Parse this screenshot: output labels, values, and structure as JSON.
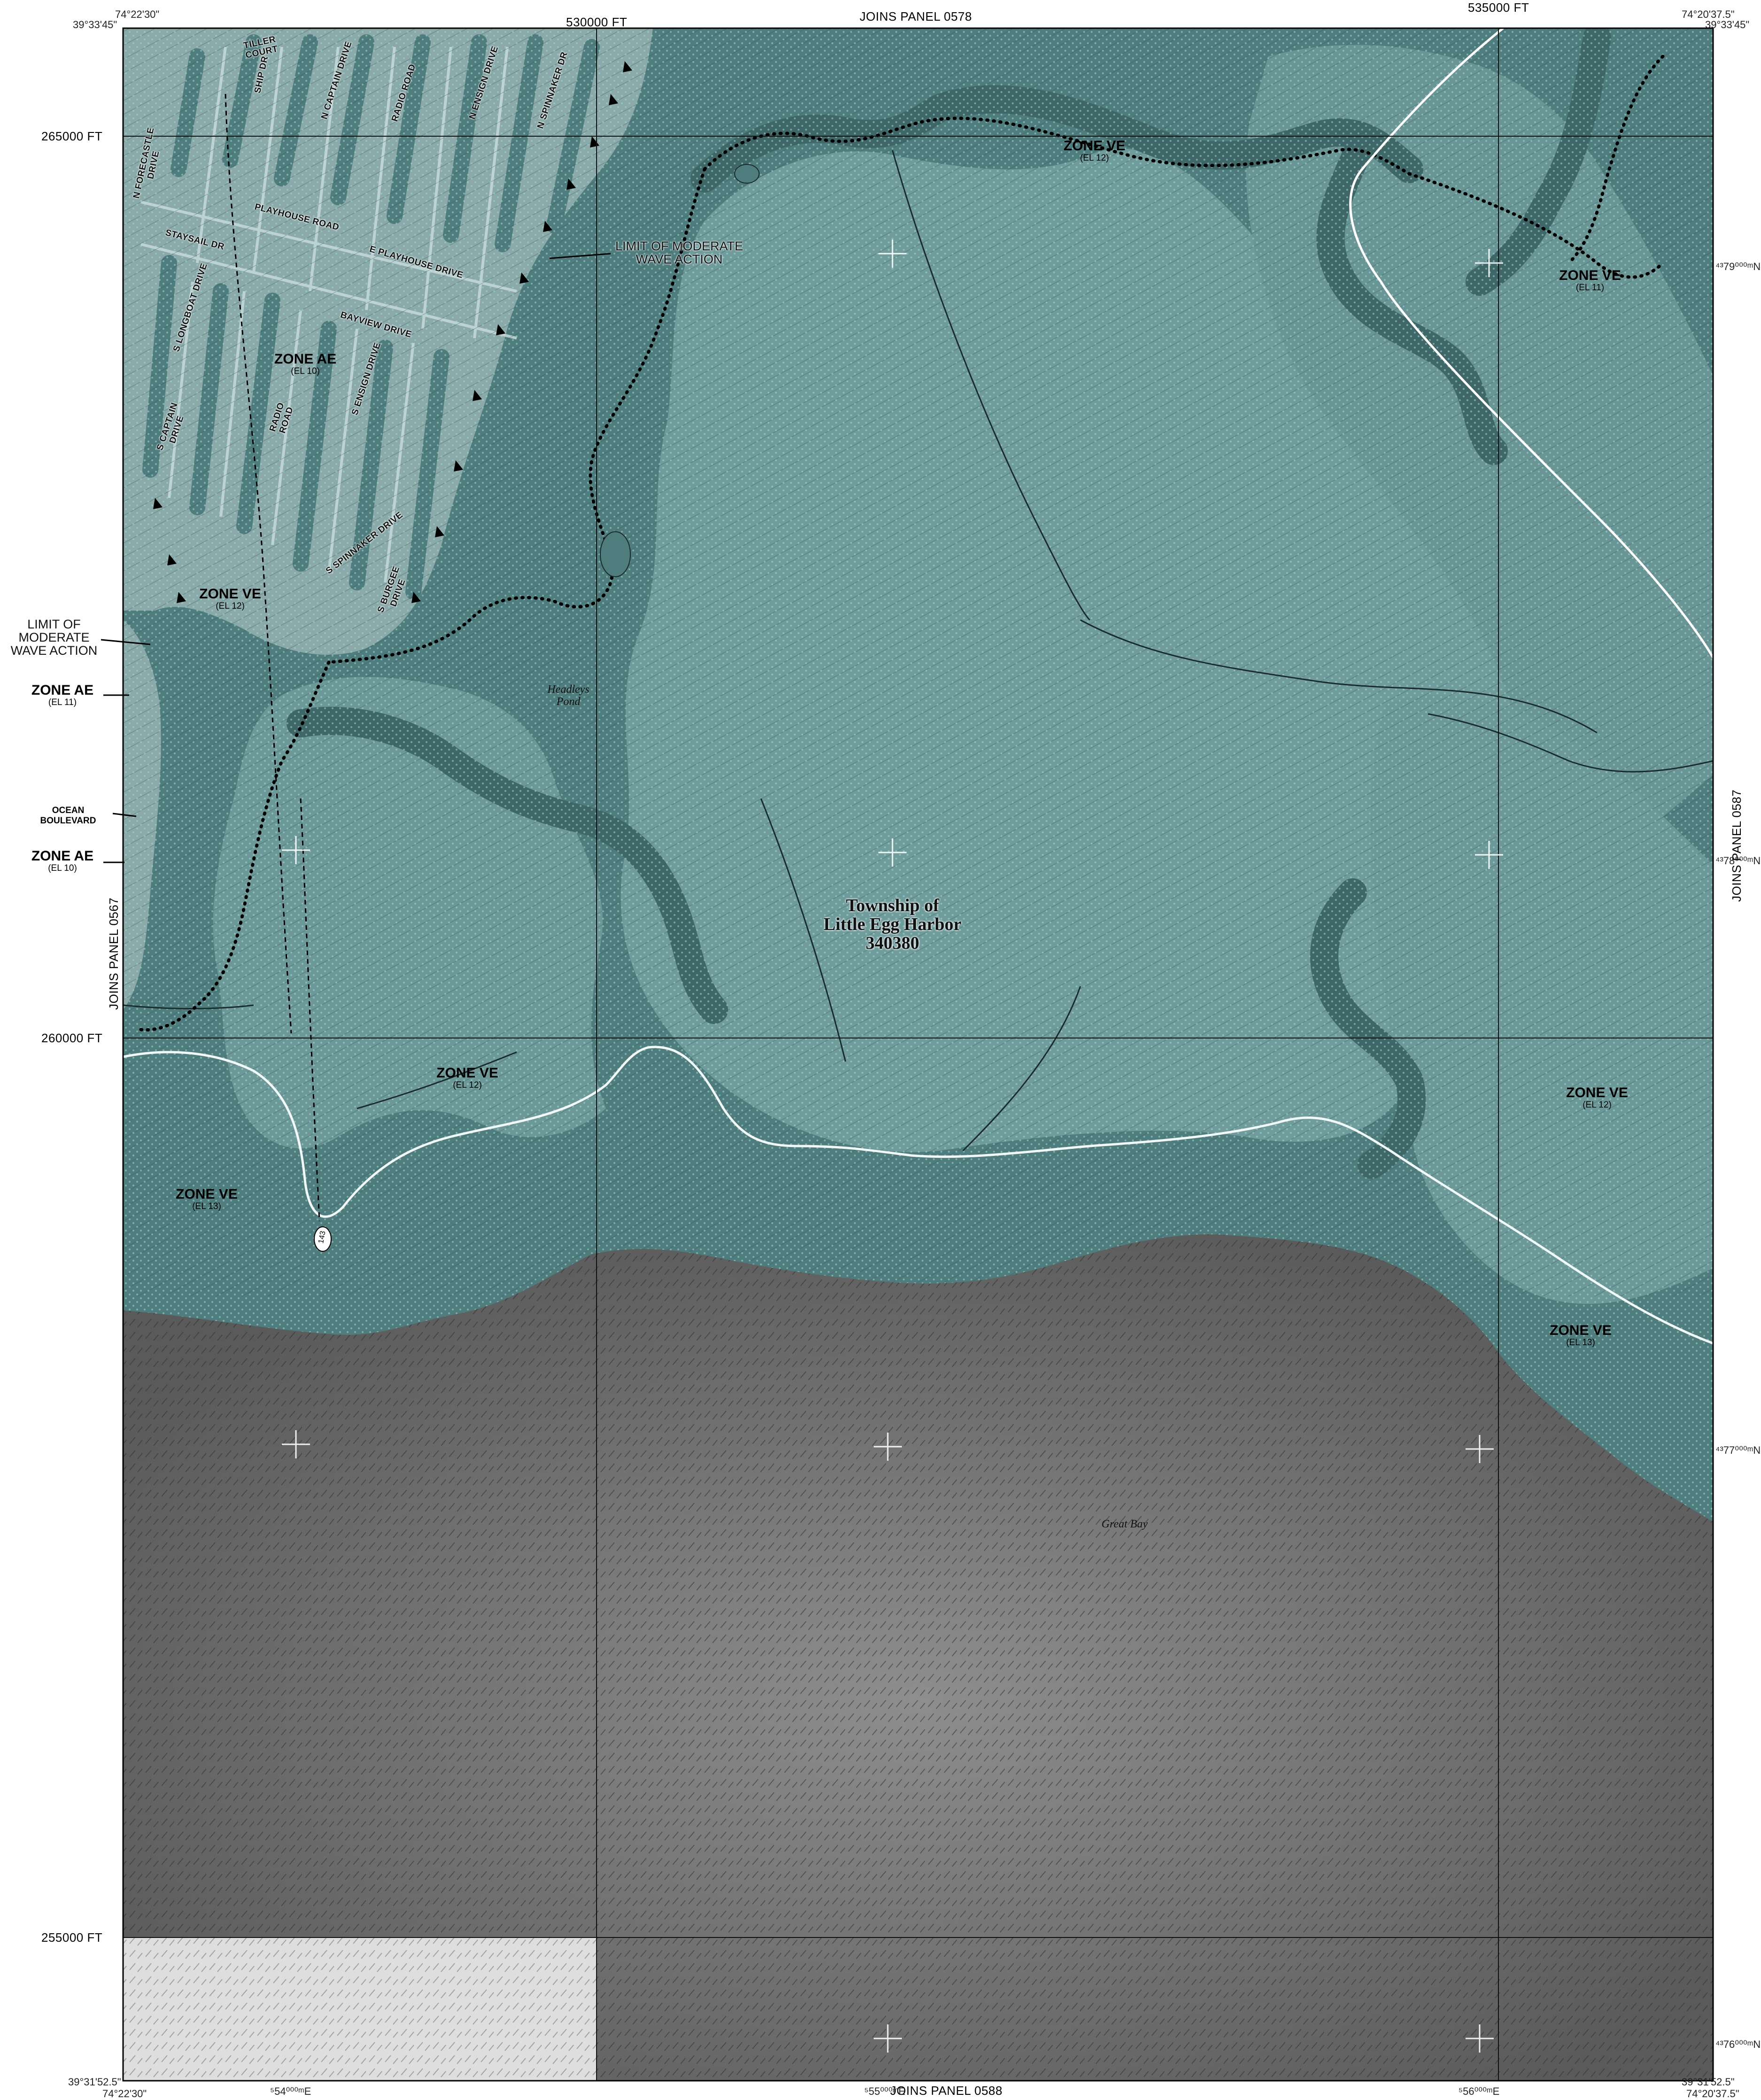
{
  "panel": {
    "joins_north": "JOINS PANEL 0578",
    "joins_south": "JOINS PANEL 0588",
    "joins_west": "JOINS PANEL 0567",
    "joins_east": "JOINS PANEL 0587"
  },
  "corners": {
    "tl_lon": "74°22'30\"",
    "tl_lat": "39°33'45\"",
    "tr_lon": "74°20'37.5\"",
    "tr_lat": "39°33'45\"",
    "bl_lat": "39°31'52.5\"",
    "bl_lon": "74°22'30\"",
    "br_lat": "39°31'52.5\"",
    "br_lon": "74°20'37.5\""
  },
  "grid": {
    "e530": "530000 FT",
    "e535": "535000 FT",
    "n265": "265000 FT",
    "n260": "260000 FT",
    "n255": "255000 FT",
    "utm_e54": "⁵54⁰⁰⁰ᵐE",
    "utm_e55": "⁵55⁰⁰⁰ᵐE",
    "utm_e56": "⁵56⁰⁰⁰ᵐE",
    "utm_n79": "⁴³79⁰⁰⁰ᵐN",
    "utm_n78": "⁴³78⁰⁰⁰ᵐN",
    "utm_n77": "⁴³77⁰⁰⁰ᵐN",
    "utm_n76": "⁴³76⁰⁰⁰ᵐN"
  },
  "zones": [
    {
      "zone": "ZONE VE",
      "el": "(EL 12)"
    },
    {
      "zone": "ZONE VE",
      "el": "(EL 11)"
    },
    {
      "zone": "ZONE AE",
      "el": "(EL 10)"
    },
    {
      "zone": "ZONE VE",
      "el": "(EL 12)"
    },
    {
      "zone": "ZONE VE",
      "el": "(EL 12)"
    },
    {
      "zone": "ZONE VE",
      "el": "(EL 12)"
    },
    {
      "zone": "ZONE VE",
      "el": "(EL 13)"
    },
    {
      "zone": "ZONE VE",
      "el": "(EL 13)"
    }
  ],
  "margin_labels": {
    "limit_left": "LIMIT OF\nMODERATE\nWAVE ACTION",
    "zone_ae_11": "ZONE AE",
    "zone_ae_11_el": "(EL 11)",
    "ocean_blvd": "OCEAN\nBOULEVARD",
    "zone_ae_10": "ZONE AE",
    "zone_ae_10_el": "(EL 10)"
  },
  "annotations": {
    "limit_map": "LIMIT OF MODERATE\nWAVE ACTION"
  },
  "places": {
    "headleys_pond": "Headleys\nPond",
    "great_bay": "Great Bay",
    "township": "Township of\nLittle Egg Harbor\n340380",
    "route_marker": "143"
  },
  "streets": {
    "tiller_court": "TILLER\nCOURT",
    "ship_dr": "SHIP DR",
    "n_captain": "N CAPTAIN DRIVE",
    "radio_road_n": "RADIO ROAD",
    "n_ensign": "N ENSIGN DRIVE",
    "n_spinnaker": "N SPINNAKER DR",
    "n_forecastle": "N FORECASTLE\nDRIVE",
    "playhouse": "PLAYHOUSE ROAD",
    "staysail": "STAYSAIL DR",
    "e_playhouse": "E PLAYHOUSE DRIVE",
    "s_longboat": "S LONGBOAT DRIVE",
    "bayview": "BAYVIEW DRIVE",
    "s_ensign": "S ENSIGN DRIVE",
    "s_captain": "S CAPTAIN\nDRIVE",
    "radio_road_s": "RADIO\nROAD",
    "s_spinnaker": "S SPINNAKER DRIVE",
    "s_burgee": "S BURGEE\nDRIVE"
  },
  "colors": {
    "flood_zone": "#4f7c7d",
    "marsh": "#6f9b9b",
    "developed": "#8aa9a8",
    "open_water": "#5e5e5e",
    "outside_area": "#dedede"
  }
}
